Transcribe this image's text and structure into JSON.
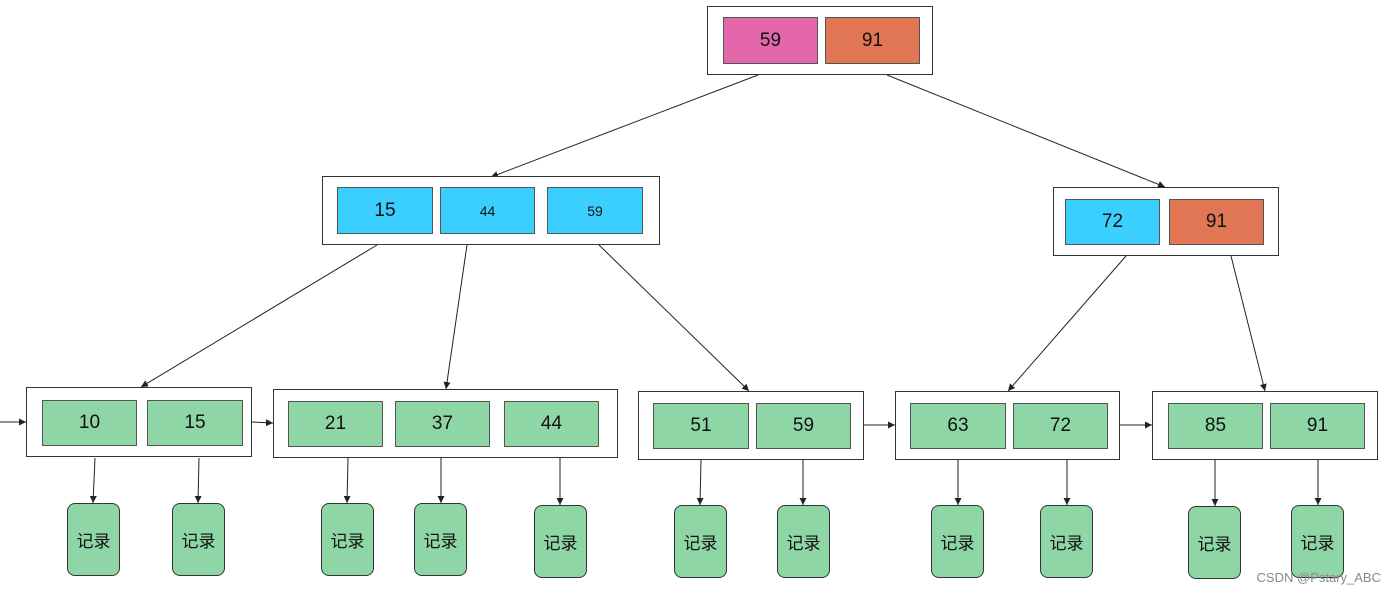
{
  "colors": {
    "pink": "#e466ab",
    "orange": "#e07654",
    "cyan": "#3bcfff",
    "green": "#8fd6a6",
    "line": "#222222"
  },
  "root": {
    "keys": [
      {
        "label": "59",
        "color": "pink"
      },
      {
        "label": "91",
        "color": "orange"
      }
    ]
  },
  "internal": [
    {
      "keys": [
        {
          "label": "15",
          "color": "cyan"
        },
        {
          "label": "44",
          "color": "cyan"
        },
        {
          "label": "59",
          "color": "cyan"
        }
      ]
    },
    {
      "keys": [
        {
          "label": "72",
          "color": "cyan"
        },
        {
          "label": "91",
          "color": "orange"
        }
      ]
    }
  ],
  "leaves": [
    {
      "keys": [
        "10",
        "15"
      ]
    },
    {
      "keys": [
        "21",
        "37",
        "44"
      ]
    },
    {
      "keys": [
        "51",
        "59"
      ]
    },
    {
      "keys": [
        "63",
        "72"
      ]
    },
    {
      "keys": [
        "85",
        "91"
      ]
    }
  ],
  "record_label": "记录",
  "watermark": "CSDN @Pstary_ABC"
}
